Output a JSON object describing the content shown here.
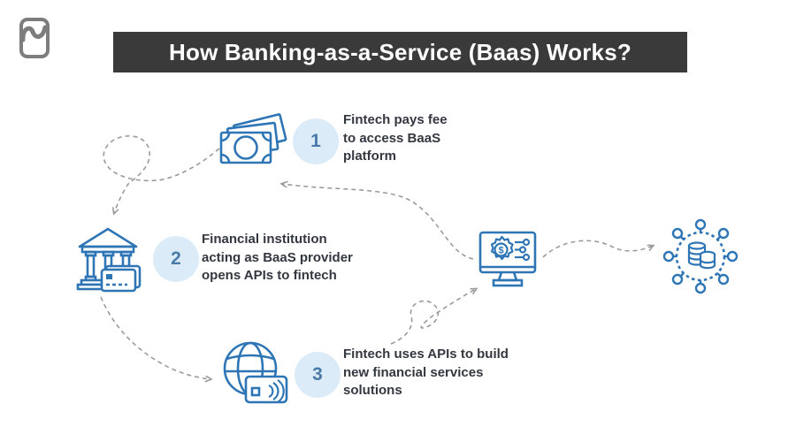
{
  "brand": {
    "logo_icon": "brand-logo"
  },
  "title": {
    "text": "How Banking-as-a-Service (Baas) Works?"
  },
  "colors": {
    "title_bar_bg": "#3a3a3a",
    "title_text": "#fdfdfd",
    "icon_blue": "#2e75b6",
    "badge_bg": "#dcebf8",
    "badge_number": "#4a7aa8",
    "body_text": "#33373f",
    "arrow_gray": "#9b9b9b",
    "logo_gray": "#7d7d7d"
  },
  "steps": [
    {
      "number": "1",
      "icon": "banknotes-icon",
      "lines": [
        "Fintech pays fee",
        "to access BaaS",
        "platform"
      ]
    },
    {
      "number": "2",
      "icon": "bank-building-icon",
      "lines": [
        "Financial institution",
        "acting as BaaS provider",
        "opens APIs to fintech"
      ]
    },
    {
      "number": "3",
      "icon": "globe-payment-card-icon",
      "lines": [
        "Fintech uses APIs to build",
        "new financial services",
        "solutions"
      ]
    }
  ],
  "nodes": {
    "baas_platform": {
      "icon": "monitor-gear-api-icon",
      "glyph": "$"
    },
    "distributed_services": {
      "icon": "distributed-data-icon"
    }
  }
}
